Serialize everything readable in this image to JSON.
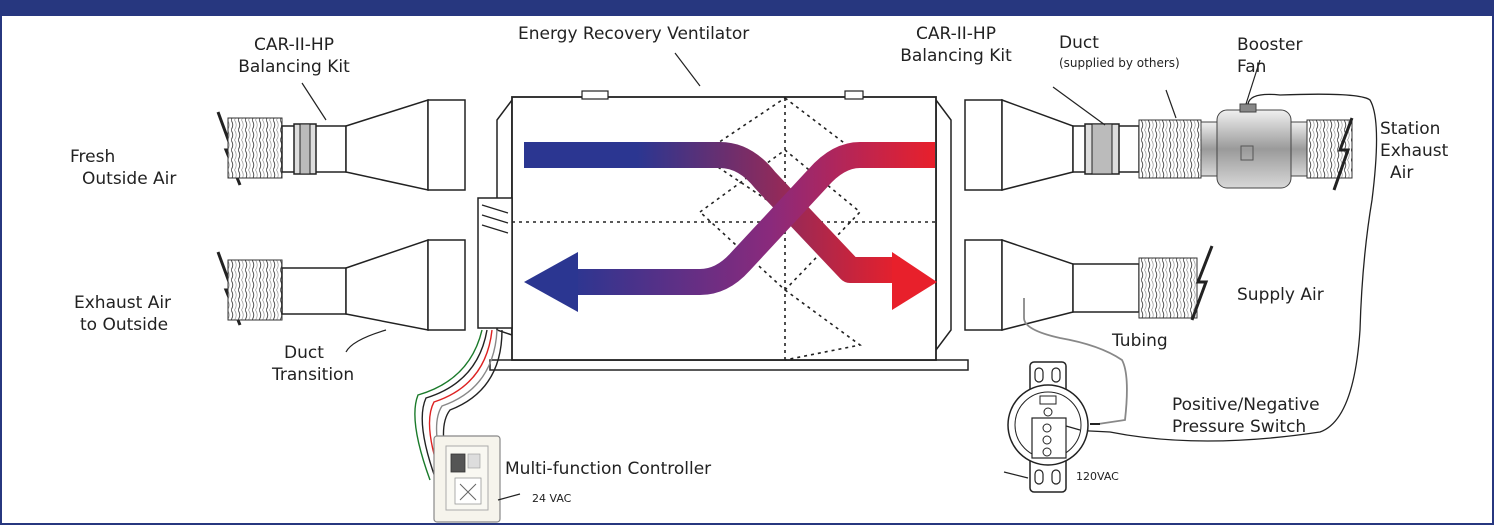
{
  "colors": {
    "frame": "#27377f",
    "cold_air": "#2b3691",
    "warm_air": "#e8202b",
    "duct_line": "#222222"
  },
  "labels": {
    "erv": "Energy Recovery Ventilator",
    "kit_left_1": "CAR-II-HP",
    "kit_left_2": "Balancing Kit",
    "kit_right_1": "CAR-II-HP",
    "kit_right_2": "Balancing Kit",
    "duct_right": "Duct",
    "duct_right_note": "(supplied by others)",
    "booster_1": "Booster",
    "booster_2": "Fan",
    "fresh_1": "Fresh",
    "fresh_2": "Outside Air",
    "exhaust_1": "Exhaust Air",
    "exhaust_2": "to Outside",
    "transition_1": "Duct",
    "transition_2": "Transition",
    "station_1": "Station",
    "station_2": "Exhaust",
    "station_3": "Air",
    "supply": "Supply Air",
    "tubing": "Tubing",
    "switch_1": "Positive/Negative",
    "switch_2": "Pressure Switch",
    "v120": "120VAC",
    "controller": "Multi-function Controller",
    "v24": "24 VAC"
  }
}
